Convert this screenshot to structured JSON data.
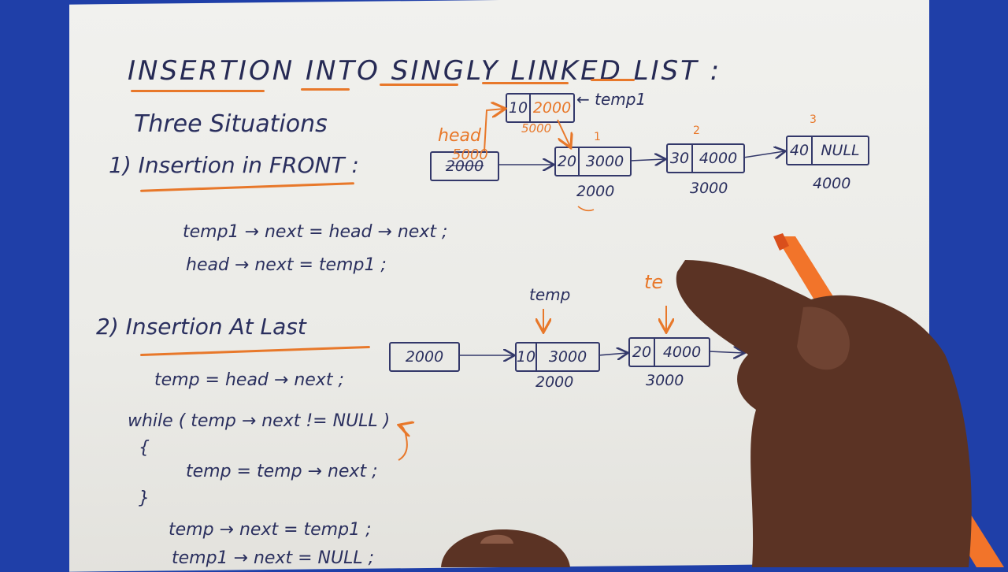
{
  "title": "INSERTION INTO SINGLY LINKED LIST :",
  "subtitle": "Three Situations",
  "section1": {
    "heading": "1) Insertion in FRONT :",
    "code": [
      "temp1 → next = head → next ;",
      "head → next = temp1 ;"
    ],
    "diagram": {
      "head_label": "head",
      "head_value": "2000",
      "head_overwrite": "5000",
      "new_node": {
        "data": "10",
        "next": "2000",
        "addr": "5000",
        "pointer_label": "← temp1"
      },
      "nodes": [
        {
          "index": "1",
          "data": "20",
          "next": "3000",
          "addr": "2000"
        },
        {
          "index": "2",
          "data": "30",
          "next": "4000",
          "addr": "3000"
        },
        {
          "index": "3",
          "data": "40",
          "next": "NULL",
          "addr": "4000"
        }
      ]
    }
  },
  "section2": {
    "heading": "2) Insertion At Last",
    "code": [
      "temp = head → next ;",
      "while ( temp → next != NULL )",
      "{",
      "temp = temp → next ;",
      "}",
      "temp → next = temp1 ;",
      "temp1 → next = NULL ;"
    ],
    "diagram": {
      "head_value": "2000",
      "temp_label": "temp",
      "temp_label2": "te",
      "nodes": [
        {
          "data": "10",
          "next": "3000",
          "addr": "2000"
        },
        {
          "data": "20",
          "next": "4000",
          "addr": "3000"
        }
      ]
    }
  },
  "colors": {
    "ink": "#2a2f5e",
    "marker": "#e8782a",
    "paper": "#eeeeea",
    "background": "#1f3fa8"
  }
}
